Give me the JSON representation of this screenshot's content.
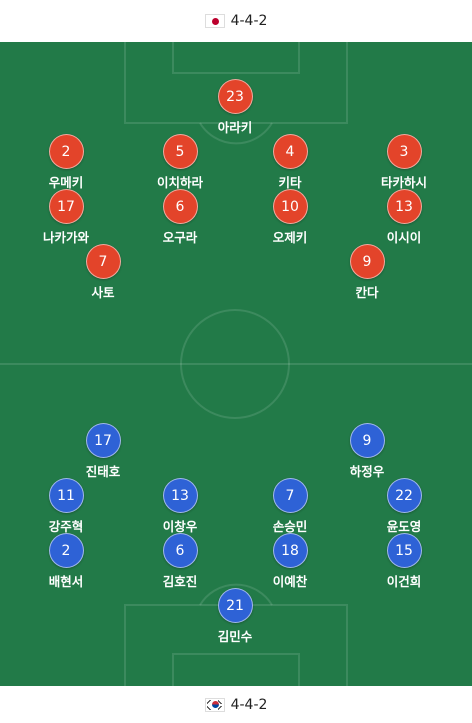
{
  "top_team": {
    "formation": "4-4-2",
    "flag": "japan-flag"
  },
  "bottom_team": {
    "formation": "4-4-2",
    "flag": "korea-flag"
  },
  "colors": {
    "pitch": "#227a48",
    "home_badge": "#e3442a",
    "away_badge": "#2e62d6"
  },
  "home_players": [
    {
      "number": "23",
      "name": "아라키"
    },
    {
      "number": "2",
      "name": "우메키"
    },
    {
      "number": "5",
      "name": "이치하라"
    },
    {
      "number": "4",
      "name": "키타"
    },
    {
      "number": "3",
      "name": "타카하시"
    },
    {
      "number": "17",
      "name": "나카가와"
    },
    {
      "number": "6",
      "name": "오구라"
    },
    {
      "number": "10",
      "name": "오제키"
    },
    {
      "number": "13",
      "name": "이시이"
    },
    {
      "number": "7",
      "name": "사토"
    },
    {
      "number": "9",
      "name": "칸다"
    }
  ],
  "away_players": [
    {
      "number": "17",
      "name": "진태호"
    },
    {
      "number": "9",
      "name": "하정우"
    },
    {
      "number": "11",
      "name": "강주혁"
    },
    {
      "number": "13",
      "name": "이창우"
    },
    {
      "number": "7",
      "name": "손승민"
    },
    {
      "number": "22",
      "name": "윤도영"
    },
    {
      "number": "2",
      "name": "배현서"
    },
    {
      "number": "6",
      "name": "김호진"
    },
    {
      "number": "18",
      "name": "이예찬"
    },
    {
      "number": "15",
      "name": "이건희"
    },
    {
      "number": "21",
      "name": "김민수"
    }
  ]
}
